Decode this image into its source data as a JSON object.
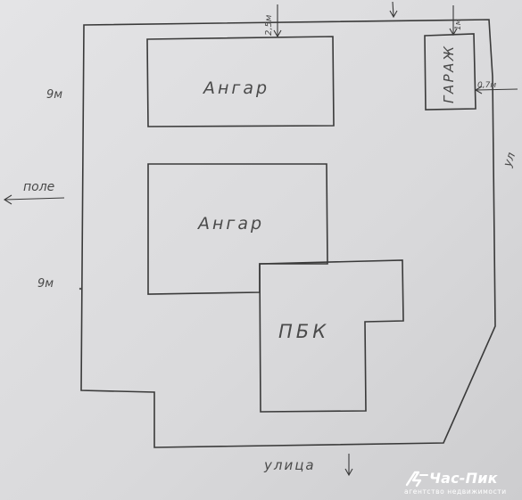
{
  "labels": {
    "hangar_top": "Ангар",
    "hangar_mid": "Ангар",
    "pbk": "ПБК",
    "garage": "ГАРАЖ",
    "dim_top": "2,5м",
    "dim_garage_top": "1м",
    "dim_garage_right": "0,7м",
    "side_top": "9м",
    "side_bottom": "9м",
    "field": "поле",
    "street": "улица",
    "right_edge": "ул"
  },
  "brand": {
    "name": "Час-Пик",
    "tagline": "агентство недвижимости",
    "logo": "running-figure-logo"
  },
  "colors": {
    "paper": "#dcdcde",
    "ink": "#3a3a3a",
    "brand": "#ffffff"
  }
}
